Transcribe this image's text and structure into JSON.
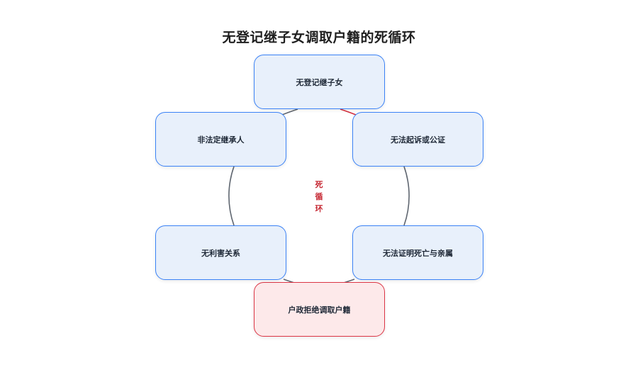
{
  "diagram": {
    "title": "无登记继子女调取户籍的死循环",
    "center_label": "死循环",
    "nodes": [
      {
        "id": "top",
        "label": "无登记继子女",
        "status": "normal"
      },
      {
        "id": "right-upper",
        "label": "无法起诉或公证",
        "status": "normal"
      },
      {
        "id": "right-lower",
        "label": "无法证明死亡与亲属",
        "status": "normal"
      },
      {
        "id": "bottom",
        "label": "户政拒绝调取户籍",
        "status": "danger"
      },
      {
        "id": "left-lower",
        "label": "无利害关系",
        "status": "normal"
      },
      {
        "id": "left-upper",
        "label": "非法定继承人",
        "status": "normal"
      }
    ],
    "edges": [
      {
        "from": "top",
        "to": "right-upper",
        "style": "red"
      },
      {
        "from": "right-upper",
        "to": "right-lower",
        "style": "gray"
      },
      {
        "from": "right-lower",
        "to": "bottom",
        "style": "gray"
      },
      {
        "from": "bottom",
        "to": "left-lower",
        "style": "gray"
      },
      {
        "from": "left-lower",
        "to": "left-upper",
        "style": "gray"
      },
      {
        "from": "left-upper",
        "to": "top",
        "style": "gray"
      }
    ],
    "colors": {
      "node_border": "#3b82f6",
      "node_fill": "#e8f0fb",
      "danger_border": "#dc3545",
      "danger_fill": "#fde9ea",
      "edge_gray": "#5f6670",
      "edge_red": "#d32f3f",
      "center_label": "#c62833"
    }
  }
}
